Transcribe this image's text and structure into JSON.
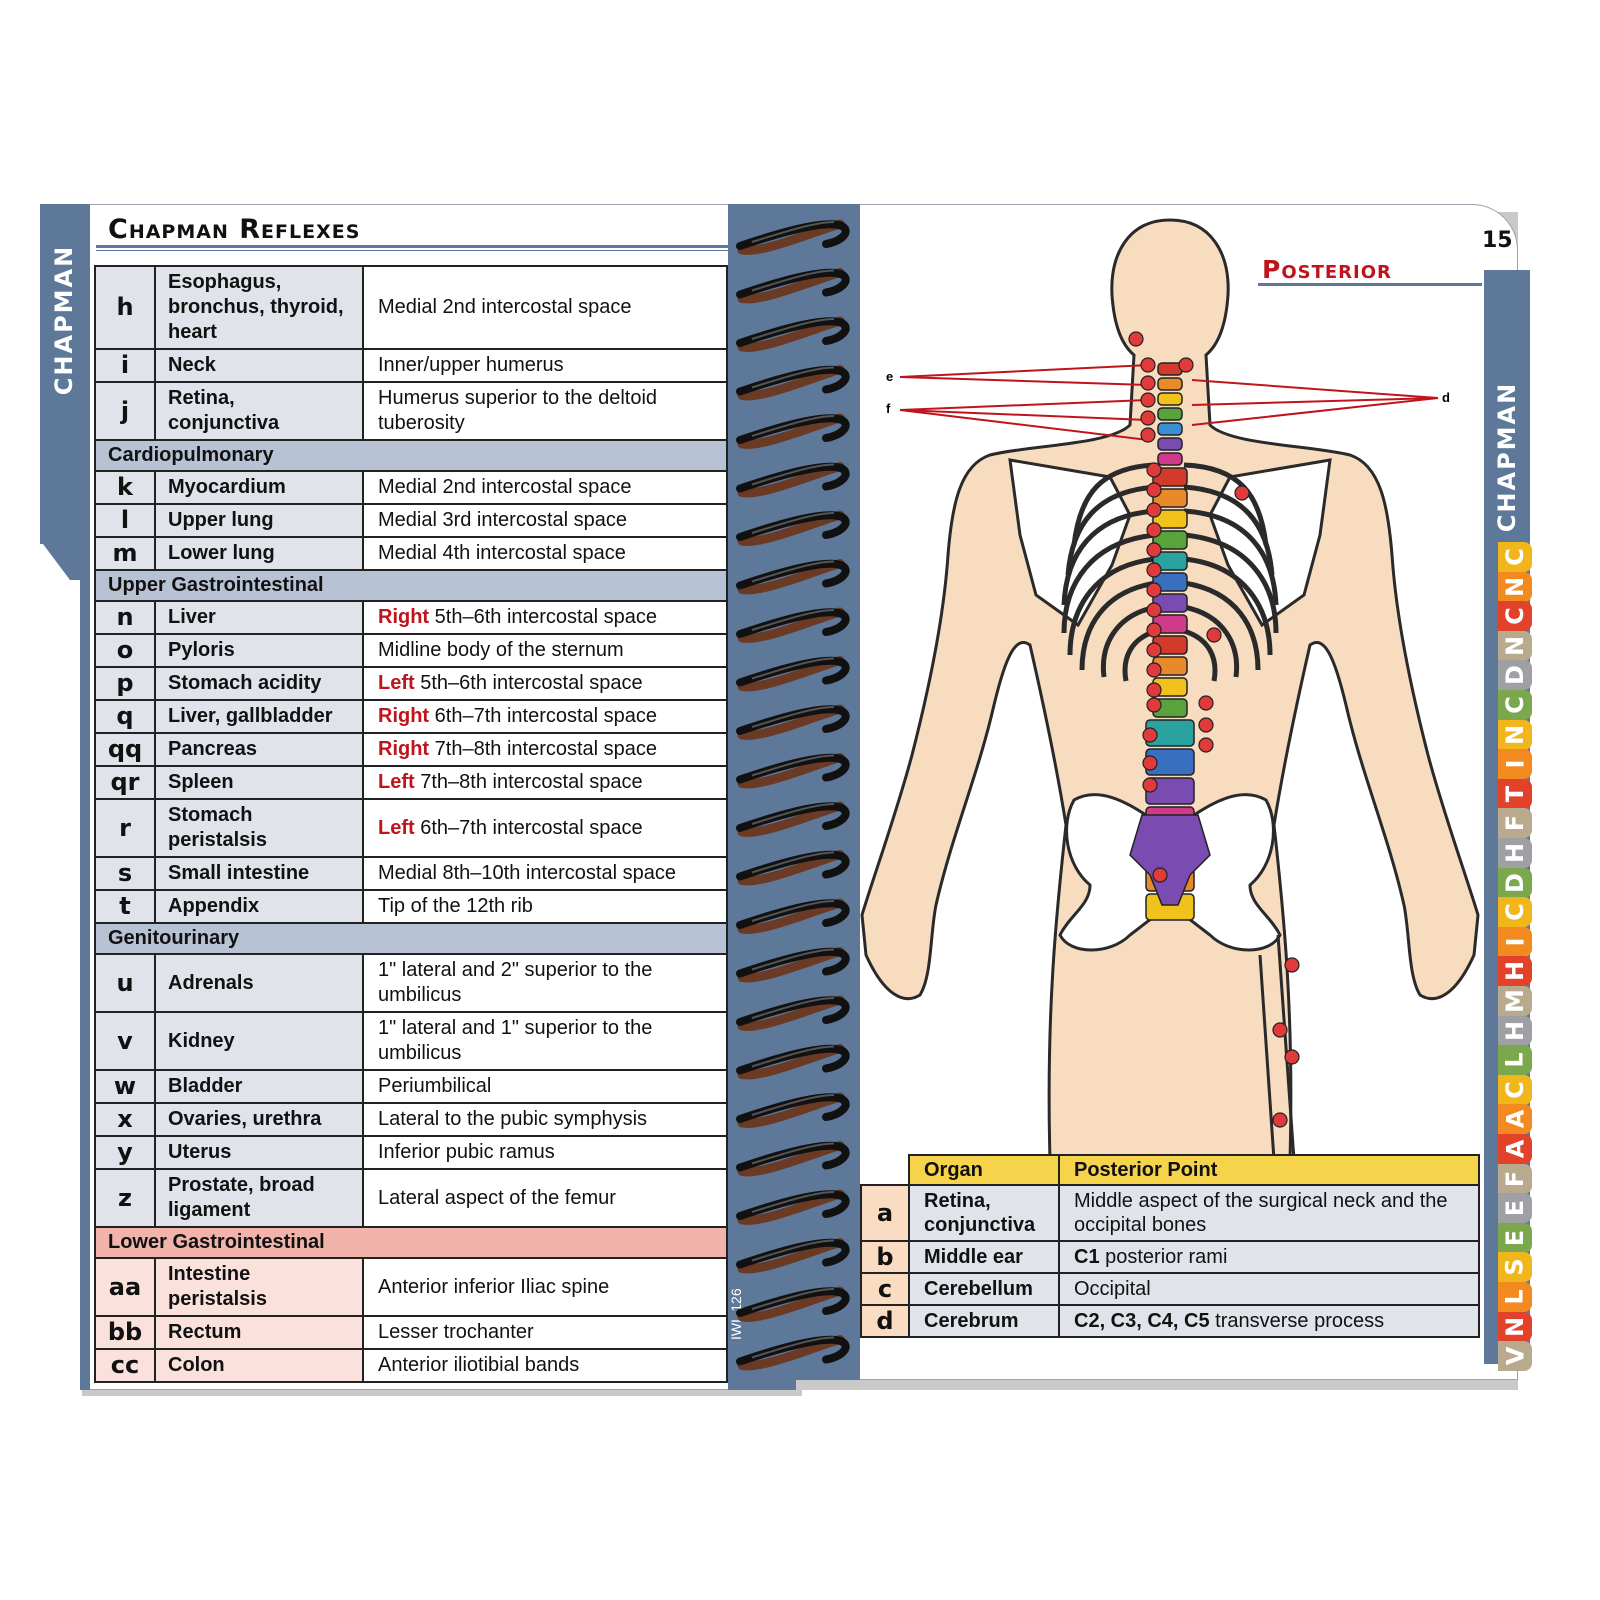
{
  "left_page": {
    "tab_label": "Chapman",
    "title": "Chapman Reflexes",
    "watermark": "IWL 126",
    "rows": [
      {
        "type": "row",
        "code": "h",
        "organ": "Esophagus, bronchus, thyroid, heart",
        "point": "Medial 2nd intercostal space"
      },
      {
        "type": "row",
        "code": "i",
        "organ": "Neck",
        "point": "Inner/upper humerus"
      },
      {
        "type": "row",
        "code": "j",
        "organ": "Retina, conjunctiva",
        "point": "Humerus superior to the deltoid tuberosity"
      },
      {
        "type": "section",
        "label": "Cardiopulmonary"
      },
      {
        "type": "row",
        "code": "k",
        "organ": "Myocardium",
        "point": "Medial 2nd intercostal space"
      },
      {
        "type": "row",
        "code": "l",
        "organ": "Upper lung",
        "point": "Medial 3rd intercostal space"
      },
      {
        "type": "row",
        "code": "m",
        "organ": "Lower lung",
        "point": "Medial 4th intercostal space"
      },
      {
        "type": "section",
        "label": "Upper Gastrointestinal"
      },
      {
        "type": "row",
        "code": "n",
        "organ": "Liver",
        "side": "Right",
        "point": "5th–6th intercostal space"
      },
      {
        "type": "row",
        "code": "o",
        "organ": "Pyloris",
        "point": "Midline body of the sternum"
      },
      {
        "type": "row",
        "code": "p",
        "organ": "Stomach acidity",
        "side": "Left",
        "point": "5th–6th intercostal space"
      },
      {
        "type": "row",
        "code": "q",
        "organ": "Liver, gallbladder",
        "side": "Right",
        "point": "6th–7th intercostal space"
      },
      {
        "type": "row",
        "code": "qq",
        "organ": "Pancreas",
        "side": "Right",
        "point": "7th–8th intercostal space"
      },
      {
        "type": "row",
        "code": "qr",
        "organ": "Spleen",
        "side": "Left",
        "point": "7th–8th intercostal space"
      },
      {
        "type": "row",
        "code": "r",
        "organ": "Stomach peristalsis",
        "side": "Left",
        "point": "6th–7th intercostal space"
      },
      {
        "type": "row",
        "code": "s",
        "organ": "Small intestine",
        "point": "Medial 8th–10th intercostal space"
      },
      {
        "type": "row",
        "code": "t",
        "organ": "Appendix",
        "point": "Tip of the 12th rib"
      },
      {
        "type": "section",
        "label": "Genitourinary"
      },
      {
        "type": "row",
        "code": "u",
        "organ": "Adrenals",
        "point": "1\" lateral and 2\" superior to the umbilicus"
      },
      {
        "type": "row",
        "code": "v",
        "organ": "Kidney",
        "point": "1\" lateral and 1\" superior to the umbilicus"
      },
      {
        "type": "row",
        "code": "w",
        "organ": "Bladder",
        "point": "Periumbilical"
      },
      {
        "type": "row",
        "code": "x",
        "organ": "Ovaries, urethra",
        "point": "Lateral to the pubic symphysis"
      },
      {
        "type": "row",
        "code": "y",
        "organ": "Uterus",
        "point": "Inferior pubic ramus"
      },
      {
        "type": "row",
        "code": "z",
        "organ": "Prostate, broad ligament",
        "point": "Lateral aspect of the femur"
      },
      {
        "type": "section",
        "label": "Lower Gastrointestinal",
        "color": "#f2b4aa"
      },
      {
        "type": "row",
        "code": "aa",
        "organ": "Intestine peristalsis",
        "point": "Anterior inferior Iliac spine",
        "pink": true
      },
      {
        "type": "row",
        "code": "bb",
        "organ": "Rectum",
        "point": "Lesser trochanter",
        "pink": true
      },
      {
        "type": "row",
        "code": "cc",
        "organ": "Colon",
        "point": "Anterior iliotibial bands",
        "pink": true
      }
    ]
  },
  "right_page": {
    "page_number": "15",
    "title": "Posterior",
    "tab_label": "Chapman",
    "tab_letters": [
      {
        "letter": "C",
        "color": "#f1b61c"
      },
      {
        "letter": "N",
        "color": "#f38a1f"
      },
      {
        "letter": "C",
        "color": "#e2412a"
      },
      {
        "letter": "N",
        "color": "#b9aa8e"
      },
      {
        "letter": "D",
        "color": "#9fa0a4"
      },
      {
        "letter": "C",
        "color": "#7ba84c"
      },
      {
        "letter": "N",
        "color": "#f1b61c"
      },
      {
        "letter": "I",
        "color": "#f38a1f"
      },
      {
        "letter": "T",
        "color": "#e2412a"
      },
      {
        "letter": "F",
        "color": "#b9aa8e"
      },
      {
        "letter": "H",
        "color": "#9fa0a4"
      },
      {
        "letter": "D",
        "color": "#7ba84c"
      },
      {
        "letter": "C",
        "color": "#f1b61c"
      },
      {
        "letter": "I",
        "color": "#f38a1f"
      },
      {
        "letter": "H",
        "color": "#e2412a"
      },
      {
        "letter": "M",
        "color": "#b9aa8e"
      },
      {
        "letter": "H",
        "color": "#9fa0a4"
      },
      {
        "letter": "L",
        "color": "#7ba84c"
      },
      {
        "letter": "C",
        "color": "#f1b61c"
      },
      {
        "letter": "A",
        "color": "#f38a1f"
      },
      {
        "letter": "A",
        "color": "#e2412a"
      },
      {
        "letter": "F",
        "color": "#b9aa8e"
      },
      {
        "letter": "E",
        "color": "#9fa0a4"
      },
      {
        "letter": "E",
        "color": "#7ba84c"
      },
      {
        "letter": "S",
        "color": "#f1b61c"
      },
      {
        "letter": "L",
        "color": "#f38a1f"
      },
      {
        "letter": "N",
        "color": "#e2412a"
      },
      {
        "letter": "V",
        "color": "#b9aa8e"
      }
    ],
    "figure_labels": {
      "e": "e",
      "f": "f",
      "d": "d"
    },
    "table": {
      "headers": [
        "Organ",
        "Posterior Point"
      ],
      "rows": [
        {
          "code": "a",
          "organ": "Retina, conjunctiva",
          "point": "Middle aspect of the surgical neck and the occipital bones"
        },
        {
          "code": "b",
          "organ": "Middle ear",
          "bold_prefix": "C1",
          "point": "posterior rami"
        },
        {
          "code": "c",
          "organ": "Cerebellum",
          "point": "Occipital"
        },
        {
          "code": "d",
          "organ": "Cerebrum",
          "bold_prefix": "C2, C3, C4, C5",
          "point": "transverse process"
        }
      ]
    }
  },
  "colors": {
    "accent_blue": "#5d7898",
    "section_blue": "#b7c3d4",
    "cell_gray": "#e0e3ea",
    "red": "#c0141c",
    "header_yellow": "#f5d34a",
    "pink_section": "#f2b4aa"
  }
}
